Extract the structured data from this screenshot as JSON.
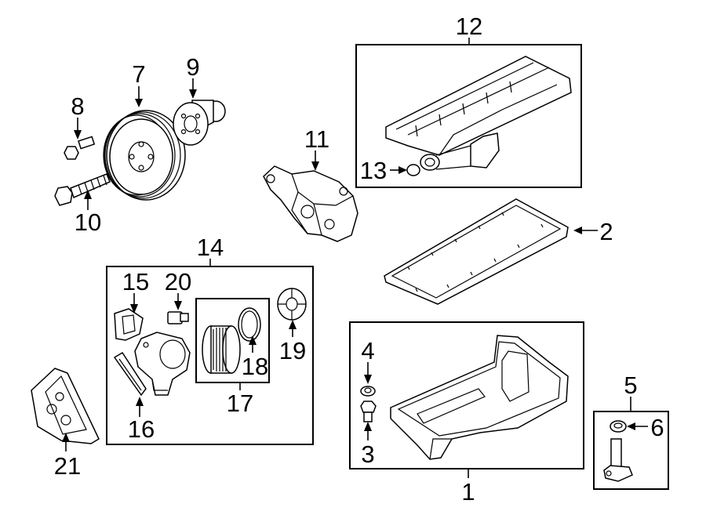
{
  "callouts": {
    "c1": "1",
    "c2": "2",
    "c3": "3",
    "c4": "4",
    "c5": "5",
    "c6": "6",
    "c7": "7",
    "c8": "8",
    "c9": "9",
    "c10": "10",
    "c11": "11",
    "c12": "12",
    "c13": "13",
    "c14": "14",
    "c15": "15",
    "c16": "16",
    "c17": "17",
    "c18": "18",
    "c19": "19",
    "c20": "20",
    "c21": "21"
  },
  "style": {
    "line_color": "#000000",
    "background": "#ffffff"
  }
}
